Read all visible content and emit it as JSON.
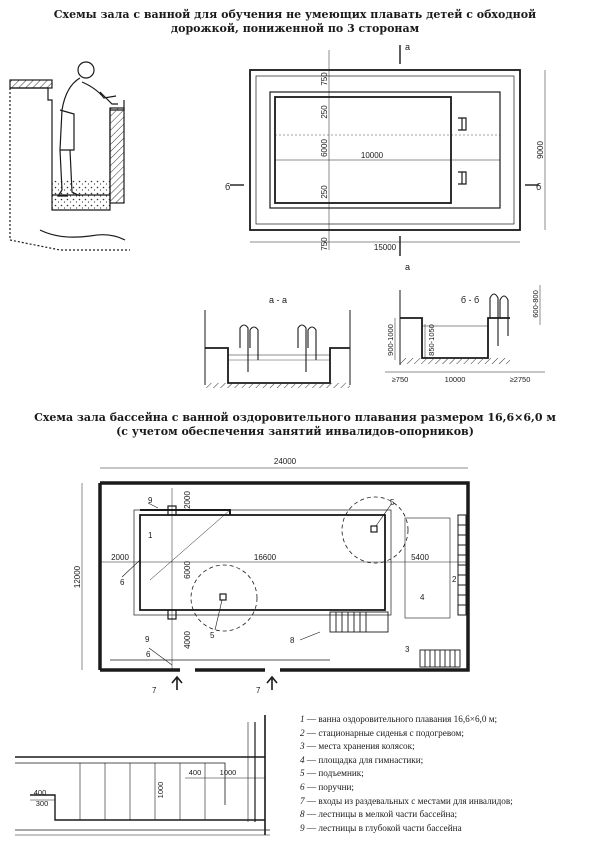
{
  "titles": {
    "top": "Схемы зала с ванной для обучения не умеющих плавать детей с обходной дорожкой, пониженной по 3 сторонам",
    "middle_line1": "Схема зала бассейна с ванной оздоровительного плавания размером 16,6×6,0 м",
    "middle_line2": "(с учетом обеспечения занятий инвалидов-опорников)"
  },
  "plan_top": {
    "dims": {
      "d750_top": "750",
      "d250_top": "250",
      "d6000": "6000",
      "d250_bot": "250",
      "d750_bot": "750",
      "d10000": "10000",
      "d15000": "15000",
      "d9000": "9000"
    },
    "section_marks": {
      "a": "а",
      "b": "б"
    }
  },
  "section_aa": {
    "label": "а - а"
  },
  "section_bb": {
    "label": "б - б",
    "d600_800": "600-800",
    "d900_1000": "900-1000",
    "d850_1050": "850-1050",
    "d750": "≥750",
    "d10000": "10000",
    "d2750": "≥2750"
  },
  "plan_main": {
    "dims": {
      "d24000": "24000",
      "d12000": "12000",
      "d2000_side": "2000",
      "d16600": "16600",
      "d5400": "5400",
      "d2000_top": "2000",
      "d6000": "6000",
      "d4000": "4000"
    },
    "callouts": [
      "1",
      "2",
      "3",
      "4",
      "5",
      "5",
      "6",
      "6",
      "7",
      "7",
      "8",
      "9",
      "9"
    ]
  },
  "stair_detail": {
    "d400a": "400",
    "d1000a": "1000",
    "d1000b": "1000",
    "d400b": "400",
    "d300": "300"
  },
  "legend": [
    {
      "num": "1",
      "text": "— ванна оздоровительного плавания 16,6×6,0 м;"
    },
    {
      "num": "2",
      "text": "— стационарные сиденья с подогревом;"
    },
    {
      "num": "3",
      "text": "— места хранения колясок;"
    },
    {
      "num": "4",
      "text": "— площадка для гимнастики;"
    },
    {
      "num": "5",
      "text": "— подъемник;"
    },
    {
      "num": "6",
      "text": "— поручни;"
    },
    {
      "num": "7",
      "text": "— входы из раздевальных с местами для инвалидов;"
    },
    {
      "num": "8",
      "text": "— лестницы в мелкой части бассейна;"
    },
    {
      "num": "9",
      "text": "— лестницы в глубокой части бассейна"
    }
  ]
}
